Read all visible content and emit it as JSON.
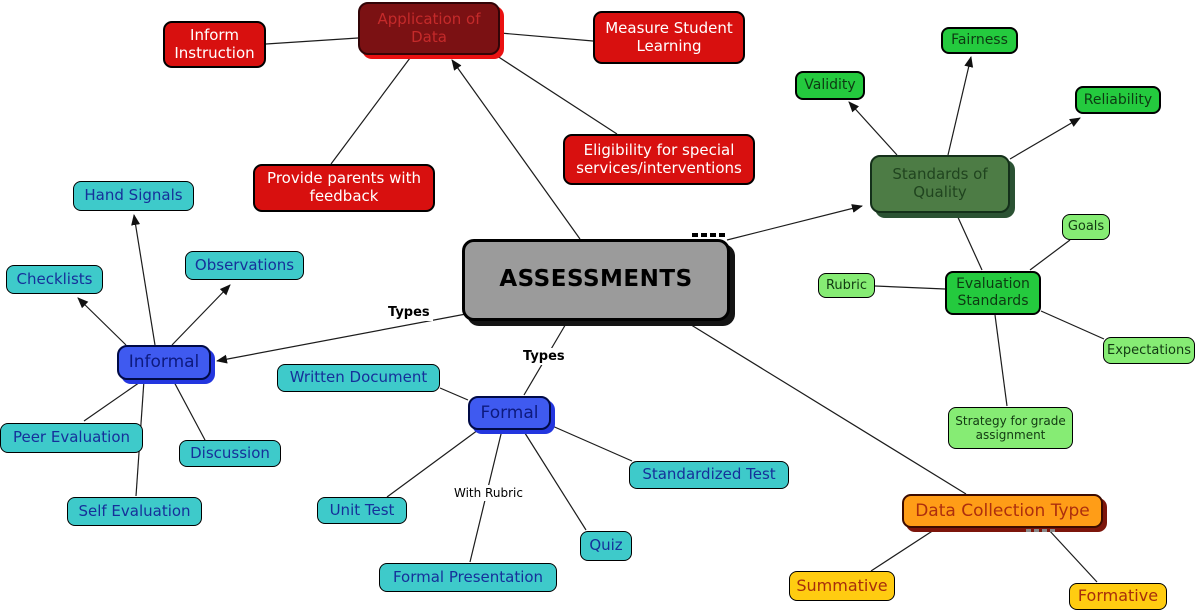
{
  "title": "Assessments concept map",
  "nodes": {
    "assessments": "ASSESSMENTS",
    "application_of_data": "Application of Data",
    "inform_instruction": "Inform Instruction",
    "measure_student_learning": "Measure Student Learning",
    "provide_parents_feedback": "Provide parents with feedback",
    "eligibility": "Eligibility for special services/interventions",
    "standards_of_quality": "Standards of Quality",
    "validity": "Validity",
    "fairness": "Fairness",
    "reliability": "Reliability",
    "evaluation_standards": "Evaluation Standards",
    "rubric": "Rubric",
    "goals": "Goals",
    "expectations": "Expectations",
    "strategy_grade": "Strategy for grade assignment",
    "informal": "Informal",
    "hand_signals": "Hand Signals",
    "checklists": "Checklists",
    "observations": "Observations",
    "peer_evaluation": "Peer Evaluation",
    "discussion": "Discussion",
    "self_evaluation": "Self Evaluation",
    "formal": "Formal",
    "written_document": "Written Document",
    "unit_test": "Unit Test",
    "formal_presentation": "Formal Presentation",
    "quiz": "Quiz",
    "standardized_test": "Standardized Test",
    "data_collection_type": "Data Collection Type",
    "summative": "Summative",
    "formative": "Formative"
  },
  "edge_labels": {
    "informal_types": "Types",
    "formal_types": "Types",
    "with_rubric": "With Rubric"
  },
  "edges": [
    {
      "from": "assessments",
      "to": "application_of_data",
      "arrow": true
    },
    {
      "from": "application_of_data",
      "to": "inform_instruction",
      "arrow": false
    },
    {
      "from": "application_of_data",
      "to": "measure_student_learning",
      "arrow": false
    },
    {
      "from": "application_of_data",
      "to": "provide_parents_feedback",
      "arrow": false
    },
    {
      "from": "application_of_data",
      "to": "eligibility",
      "arrow": false
    },
    {
      "from": "assessments",
      "to": "standards_of_quality",
      "arrow": true
    },
    {
      "from": "standards_of_quality",
      "to": "validity",
      "arrow": true
    },
    {
      "from": "standards_of_quality",
      "to": "fairness",
      "arrow": true
    },
    {
      "from": "standards_of_quality",
      "to": "reliability",
      "arrow": true
    },
    {
      "from": "standards_of_quality",
      "to": "evaluation_standards",
      "arrow": false
    },
    {
      "from": "evaluation_standards",
      "to": "rubric",
      "arrow": false
    },
    {
      "from": "evaluation_standards",
      "to": "goals",
      "arrow": false
    },
    {
      "from": "evaluation_standards",
      "to": "expectations",
      "arrow": false
    },
    {
      "from": "evaluation_standards",
      "to": "strategy_grade",
      "arrow": false
    },
    {
      "from": "assessments",
      "to": "informal",
      "arrow": true,
      "label": "Types"
    },
    {
      "from": "informal",
      "to": "hand_signals",
      "arrow": true
    },
    {
      "from": "informal",
      "to": "checklists",
      "arrow": true
    },
    {
      "from": "informal",
      "to": "observations",
      "arrow": true
    },
    {
      "from": "informal",
      "to": "peer_evaluation",
      "arrow": false
    },
    {
      "from": "informal",
      "to": "self_evaluation",
      "arrow": false
    },
    {
      "from": "informal",
      "to": "discussion",
      "arrow": false
    },
    {
      "from": "assessments",
      "to": "formal",
      "arrow": false,
      "label": "Types"
    },
    {
      "from": "formal",
      "to": "written_document",
      "arrow": false
    },
    {
      "from": "formal",
      "to": "unit_test",
      "arrow": false
    },
    {
      "from": "formal",
      "to": "formal_presentation",
      "arrow": false,
      "label": "With Rubric"
    },
    {
      "from": "formal",
      "to": "quiz",
      "arrow": false
    },
    {
      "from": "formal",
      "to": "standardized_test",
      "arrow": false
    },
    {
      "from": "assessments",
      "to": "data_collection_type",
      "arrow": false
    },
    {
      "from": "data_collection_type",
      "to": "summative",
      "arrow": false
    },
    {
      "from": "data_collection_type",
      "to": "formative",
      "arrow": false
    }
  ],
  "colors": {
    "center_fill": "#9b9b9b",
    "application_fill": "#7b1113",
    "application_shadow": "#ea1111",
    "red_fill": "#d8100f",
    "dark_green_fill": "#4d7c45",
    "green_fill": "#24ca3e",
    "light_green_fill": "#86ec74",
    "blue_fill": "#3f5af0",
    "teal_fill": "#3ecaca",
    "orange_fill": "#ff9d17",
    "yellow_fill": "#ffcc11",
    "line_color": "#1c1c1c"
  }
}
